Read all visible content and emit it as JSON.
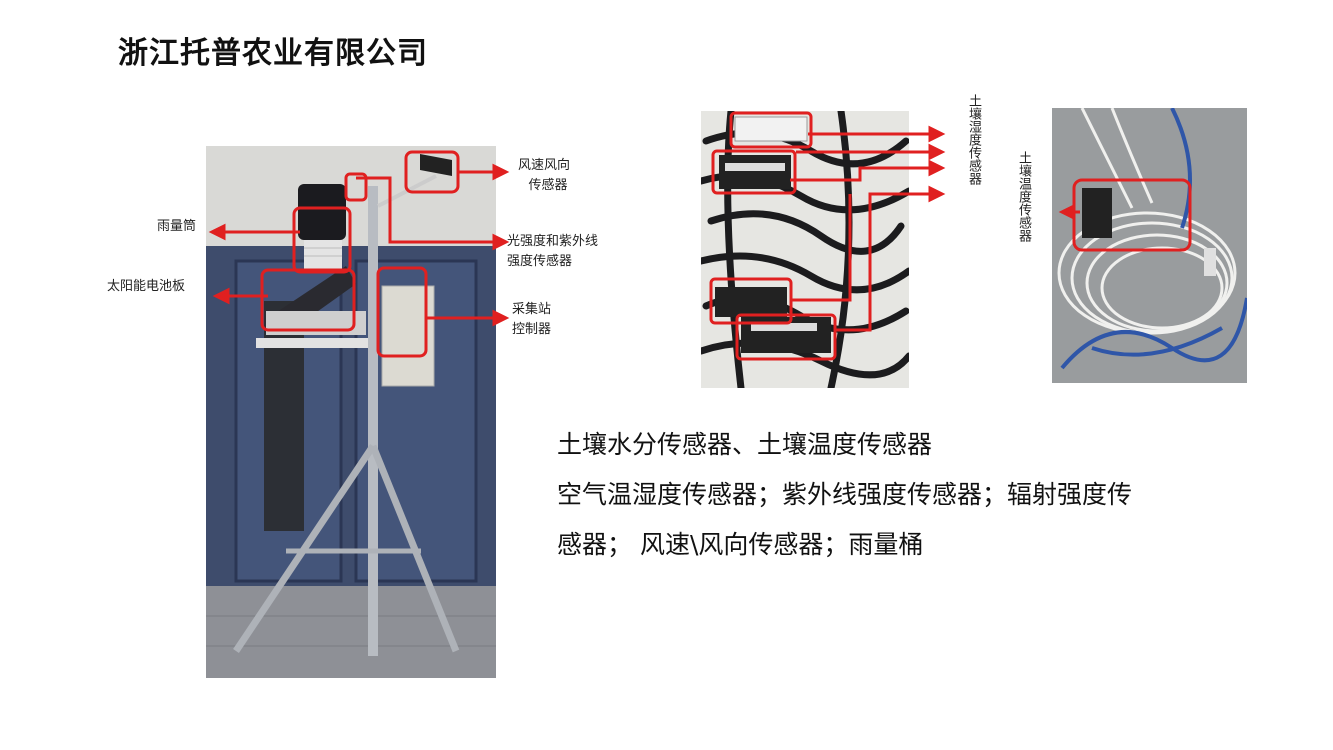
{
  "page": {
    "title": "浙江托普农业有限公司"
  },
  "station_photo": {
    "labels": {
      "wind": "风速风向",
      "wind2": "传感器",
      "rain": "雨量筒",
      "light": "光强度和紫外线",
      "light2": "强度传感器",
      "solar": "太阳能电池板",
      "collector": "采集站",
      "collector2": "控制器"
    }
  },
  "soil_photo": {
    "label": "土壤湿度传感器"
  },
  "temp_photo": {
    "label": "土壤温度传感器"
  },
  "description": {
    "line1": "土壤水分传感器、土壤温度传感器",
    "line2": "空气温湿度传感器；紫外线强度传感器；辐射强度传",
    "line3": "感器； 风速\\风向传感器；雨量桶"
  },
  "colors": {
    "annotation_red": "#e02020",
    "door_blue": "#3b4a6b"
  }
}
